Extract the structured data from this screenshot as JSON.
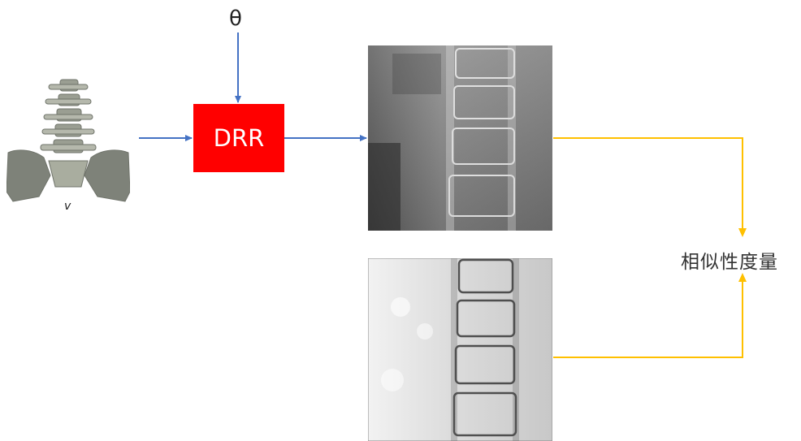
{
  "input": {
    "theta_label": "θ",
    "volume_label": "v"
  },
  "process": {
    "drr_label": "DRR"
  },
  "output": {
    "similarity_label": "相似性度量"
  },
  "colors": {
    "blue_arrow": "#4472c4",
    "orange_arrow": "#ffc000",
    "drr_box": "#ff0000"
  }
}
